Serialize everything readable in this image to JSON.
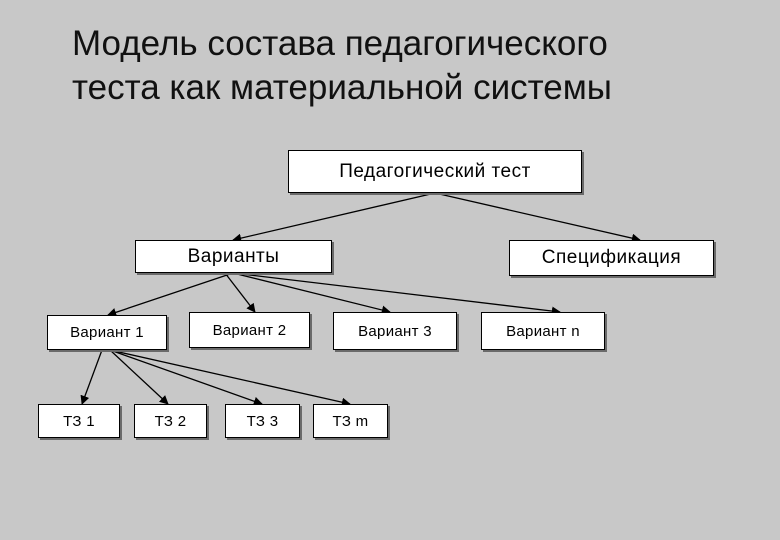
{
  "title_line1": "Модель состава педагогического",
  "title_line2": "теста как материальной системы",
  "nodes": {
    "root": "Педагогический тест",
    "variants": "Варианты",
    "spec": "Спецификация",
    "v1": "Вариант 1",
    "v2": "Вариант 2",
    "v3": "Вариант 3",
    "vn": "Вариант n",
    "t1": "ТЗ 1",
    "t2": "ТЗ 2",
    "t3": "ТЗ 3",
    "tm": "ТЗ m"
  }
}
